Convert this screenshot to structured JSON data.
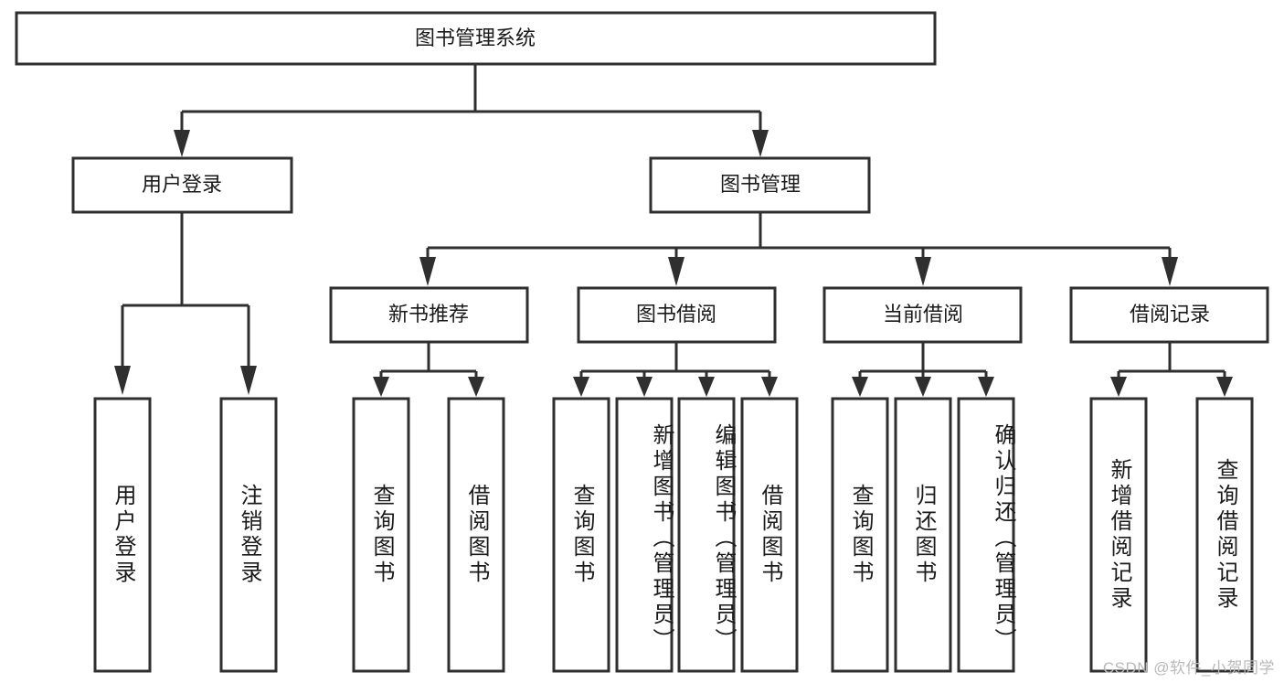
{
  "diagram": {
    "title": "图书管理系统",
    "watermark": "CSDN @软件_小贺同学",
    "colors": {
      "box_stroke": "#2f2f2f",
      "box_fill": "#ffffff",
      "connector": "#2f2f2f",
      "text": "#1a1a1a",
      "watermark": "#b9b9b9",
      "background": "#ffffff"
    },
    "root": {
      "label": "图书管理系统"
    },
    "level2": [
      {
        "label": "用户登录"
      },
      {
        "label": "图书管理"
      }
    ],
    "level3": [
      {
        "label": "新书推荐"
      },
      {
        "label": "图书借阅"
      },
      {
        "label": "当前借阅"
      },
      {
        "label": "借阅记录"
      }
    ],
    "leaves": [
      {
        "label": "用户登录",
        "parent": "用户登录"
      },
      {
        "label": "注销登录",
        "parent": "用户登录"
      },
      {
        "label": "查询图书",
        "parent": "新书推荐"
      },
      {
        "label": "借阅图书",
        "parent": "新书推荐"
      },
      {
        "label": "查询图书",
        "parent": "图书借阅"
      },
      {
        "label": "新增图书（管理员）",
        "parent": "图书借阅"
      },
      {
        "label": "编辑图书（管理员）",
        "parent": "图书借阅"
      },
      {
        "label": "借阅图书",
        "parent": "图书借阅"
      },
      {
        "label": "查询图书",
        "parent": "当前借阅"
      },
      {
        "label": "归还图书",
        "parent": "当前借阅"
      },
      {
        "label": "确认归还（管理员）",
        "parent": "当前借阅"
      },
      {
        "label": "新增借阅记录",
        "parent": "借阅记录"
      },
      {
        "label": "查询借阅记录",
        "parent": "借阅记录"
      }
    ]
  }
}
